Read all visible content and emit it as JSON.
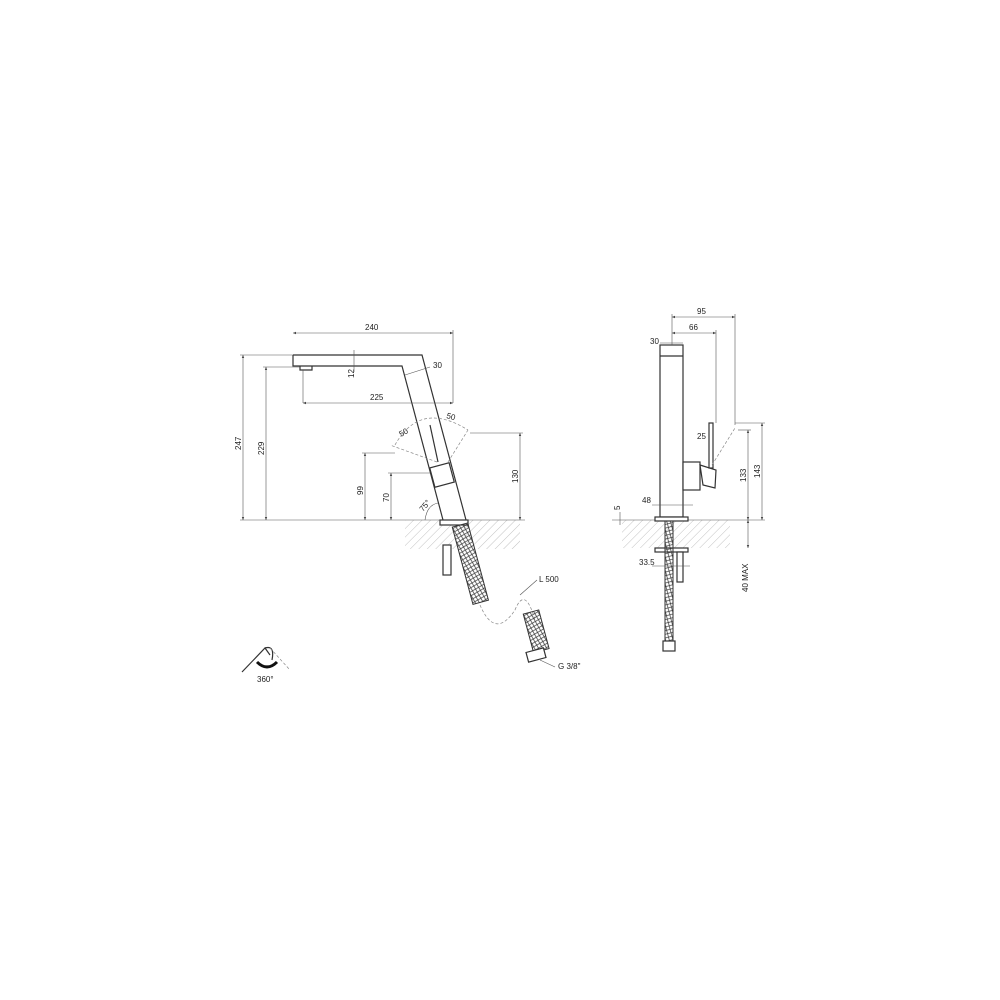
{
  "side_view": {
    "dims": {
      "width_total": "240",
      "height_total": "247",
      "spout_height": "229",
      "reach": "225",
      "spout_thickness": "12",
      "column_size": "30",
      "lever_angle_left": "50",
      "lever_angle_right": "50",
      "lever_height_1": "99",
      "lever_height_2": "70",
      "lever_height_max": "130",
      "column_angle": "75°"
    },
    "hose_length": "L 500",
    "connection": "G 3/8\"",
    "rotation": "360°"
  },
  "front_view": {
    "dims": {
      "depth_total": "95",
      "depth_lever": "66",
      "column_width": "30",
      "lever_angle": "25",
      "lever_height": "133",
      "lever_height_max": "143",
      "base_size": "48",
      "base_thickness": "5",
      "shank_size": "33.5",
      "counter_max": "40 MAX"
    }
  }
}
